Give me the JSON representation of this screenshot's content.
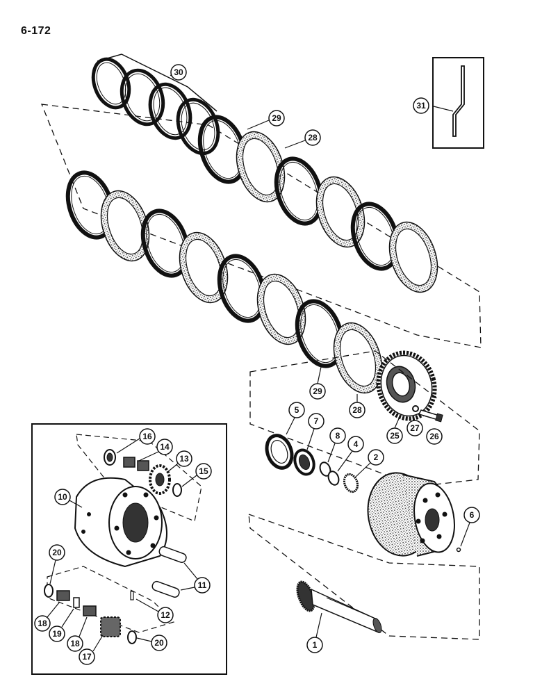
{
  "page": {
    "number": "6-172"
  },
  "callouts": {
    "c1": "1",
    "c2": "2",
    "c4": "4",
    "c5": "5",
    "c6": "6",
    "c7": "7",
    "c8": "8",
    "c10": "10",
    "c11": "11",
    "c12": "12",
    "c13": "13",
    "c14": "14",
    "c15": "15",
    "c16": "16",
    "c17": "17",
    "c18a": "18",
    "c18b": "18",
    "c19": "19",
    "c20a": "20",
    "c20b": "20",
    "c25": "25",
    "c26": "26",
    "c27": "27",
    "c28a": "28",
    "c28b": "28",
    "c29a": "29",
    "c29b": "29",
    "c30": "30",
    "c31": "31"
  },
  "colors": {
    "ink": "#111111",
    "paper": "#ffffff",
    "friction": "#6b6b6b"
  }
}
